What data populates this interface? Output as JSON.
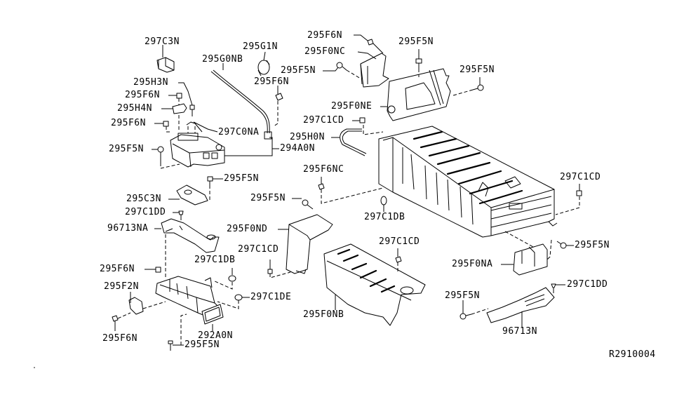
{
  "diagram": {
    "title": "Battery pack assembly parts diagram",
    "reference_code": "R2910004",
    "line_color": "#000000",
    "background": "#ffffff",
    "callouts": {
      "c297C3N": "297C3N",
      "c295G1N": "295G1N",
      "c295G0NB": "295G0NB",
      "c295H3N": "295H3N",
      "c295F6N_a": "295F6N",
      "c295H4N": "295H4N",
      "c295F6N_b": "295F6N",
      "c297C0NA": "297C0NA",
      "c294A0N": "294A0N",
      "c295F5N_a": "295F5N",
      "c295F6N_c": "295F6N",
      "c295F6N_d": "295F6N",
      "c295F0NC": "295F0NC",
      "c295F5N_b": "295F5N",
      "c295F5N_c": "295F5N",
      "c295F5N_d": "295F5N",
      "c295F0NE": "295F0NE",
      "c297C1CD_a": "297C1CD",
      "c295H0N": "295H0N",
      "c295F5N_e": "295F5N",
      "c295C3N": "295C3N",
      "c297C1DD_a": "297C1DD",
      "c96713NA": "96713NA",
      "c295F6NC": "295F6NC",
      "c295F5N_f": "295F5N",
      "c295F0ND": "295F0ND",
      "c297C1CD_b": "297C1CD",
      "c297C1DB_a": "297C1DB",
      "c297C1DB_b": "297C1DB",
      "c297C1CD_c": "297C1CD",
      "c297C1CD_d": "297C1CD",
      "c295F6N_e": "295F6N",
      "c295F2N": "295F2N",
      "c297C1DE": "297C1DE",
      "c292A0N": "292A0N",
      "c295F6N_f": "295F6N",
      "c295F5N_g": "295F5N",
      "c295F0NB": "295F0NB",
      "c295F0NA": "295F0NA",
      "c295F5N_h": "295F5N",
      "c297C1DD_b": "297C1DD",
      "c295F5N_i": "295F5N",
      "c96713N": "96713N"
    }
  }
}
